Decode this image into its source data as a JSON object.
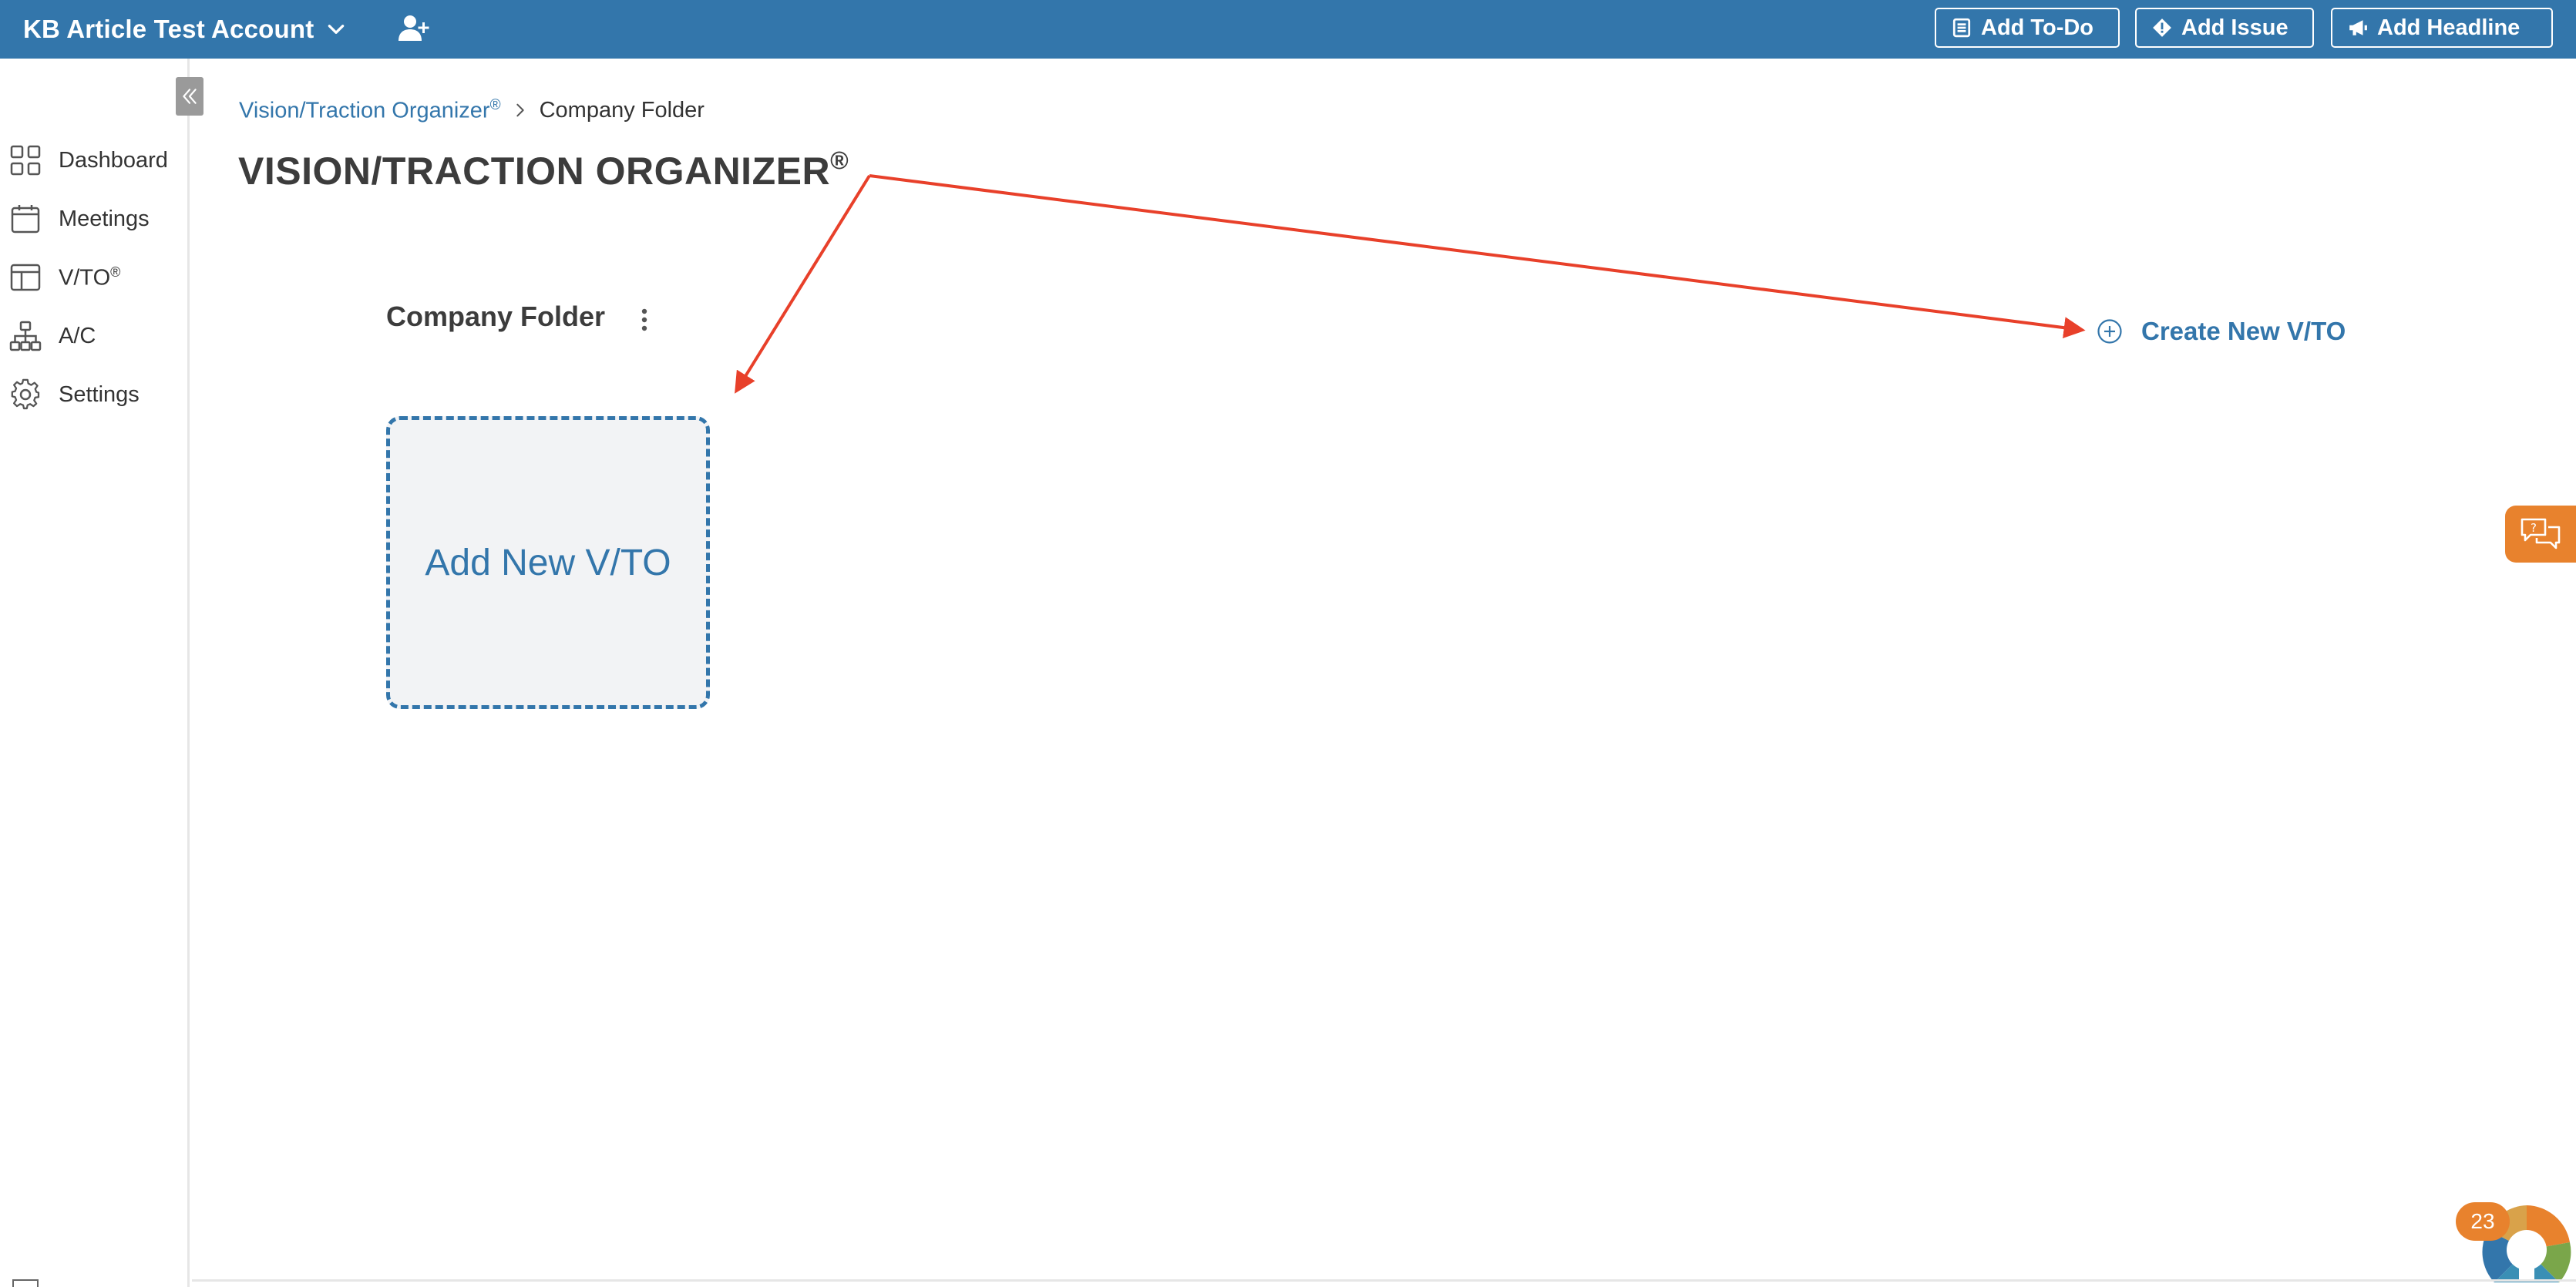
{
  "header": {
    "account_name": "KB Article Test Account",
    "add_todo_label": "Add To-Do",
    "add_issue_label": "Add Issue",
    "add_headline_label": "Add Headline"
  },
  "sidebar": {
    "items": [
      {
        "label": "Dashboard",
        "icon": "grid-icon"
      },
      {
        "label": "Meetings",
        "icon": "calendar-icon"
      },
      {
        "label": "V/TO",
        "suffix": "®",
        "icon": "layout-icon"
      },
      {
        "label": "A/C",
        "icon": "org-chart-icon"
      },
      {
        "label": "Settings",
        "icon": "gear-icon"
      }
    ]
  },
  "breadcrumb": {
    "link": "Vision/Traction Organizer",
    "link_suffix": "®",
    "current": "Company Folder"
  },
  "page": {
    "title": "VISION/TRACTION ORGANIZER",
    "title_suffix": "®",
    "folder_title": "Company Folder",
    "add_card_label": "Add New V/TO",
    "create_new_label": "Create New V/TO"
  },
  "widget": {
    "badge_count": "23"
  },
  "colors": {
    "brand_blue": "#3376ab",
    "accent_orange": "#e8822d",
    "annotation_red": "#e8402a"
  }
}
